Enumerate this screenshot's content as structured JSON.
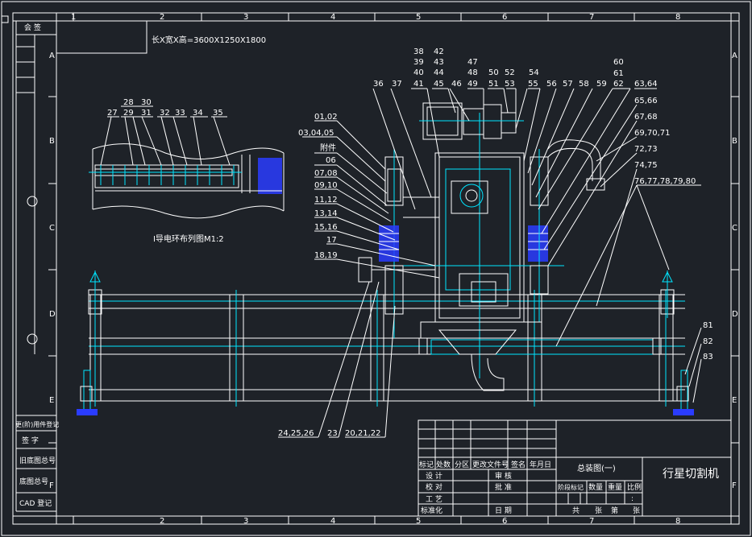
{
  "frame": {
    "col_labels": [
      "1",
      "2",
      "3",
      "4",
      "5",
      "6",
      "7",
      "8"
    ],
    "row_labels": [
      "A",
      "B",
      "C",
      "D",
      "E",
      "F"
    ]
  },
  "left_strip": {
    "top": "会 签",
    "items": [
      "更(阶)用件登记",
      "签 字",
      "旧底图总号",
      "底图总号",
      "CAD 登记"
    ]
  },
  "dimensions": "长X宽X高=3600X1250X1800",
  "detail_view": {
    "caption": "I导电环布列图M1:2",
    "labels": [
      "27",
      "28",
      "29",
      "30",
      "31",
      "32",
      "33",
      "34",
      "35"
    ]
  },
  "part_labels": {
    "top_row_a": [
      "38",
      "39",
      "40",
      "41"
    ],
    "top_row_b": [
      "42",
      "43",
      "44",
      "45"
    ],
    "top_row_c": [
      "47",
      "48",
      "49"
    ],
    "top_row_d": [
      "50",
      "51"
    ],
    "top_row_e": [
      "52",
      "53"
    ],
    "top_row": [
      "36",
      "37",
      "46",
      "54",
      "55",
      "56",
      "57",
      "58",
      "59"
    ],
    "right_col": [
      "60",
      "61",
      "62",
      "63,64",
      "65,66",
      "67,68",
      "69,70,71",
      "72,73",
      "74,75",
      "76,77,78,79,80"
    ],
    "left_col": [
      "01,02",
      "03,04,05",
      "附件",
      "06",
      "07,08",
      "09,10",
      "11,12",
      "13,14",
      "15,16",
      "17",
      "18,19"
    ],
    "bottom_row": [
      "24,25,26",
      "23",
      "20,21,22"
    ],
    "right_bottom": [
      "81",
      "82",
      "83"
    ]
  },
  "title_block": {
    "drawing_name": "行星切割机",
    "view_name": "总装图(一)",
    "header_cells": [
      "标记",
      "处数",
      "分区",
      "更改文件号",
      "签名",
      "年月日"
    ],
    "rows": [
      [
        "设 计",
        "",
        "审 核",
        ""
      ],
      [
        "校 对",
        "",
        "批 准",
        ""
      ],
      [
        "工 艺",
        "",
        "",
        ""
      ],
      [
        "标准化",
        "",
        "日 期",
        ""
      ]
    ],
    "stage_cells": [
      "阶段标记",
      "数量",
      "重量",
      "比例"
    ],
    "ratio_placeholder": ":",
    "sheet_text": [
      "共",
      "张",
      "第",
      "张"
    ]
  }
}
